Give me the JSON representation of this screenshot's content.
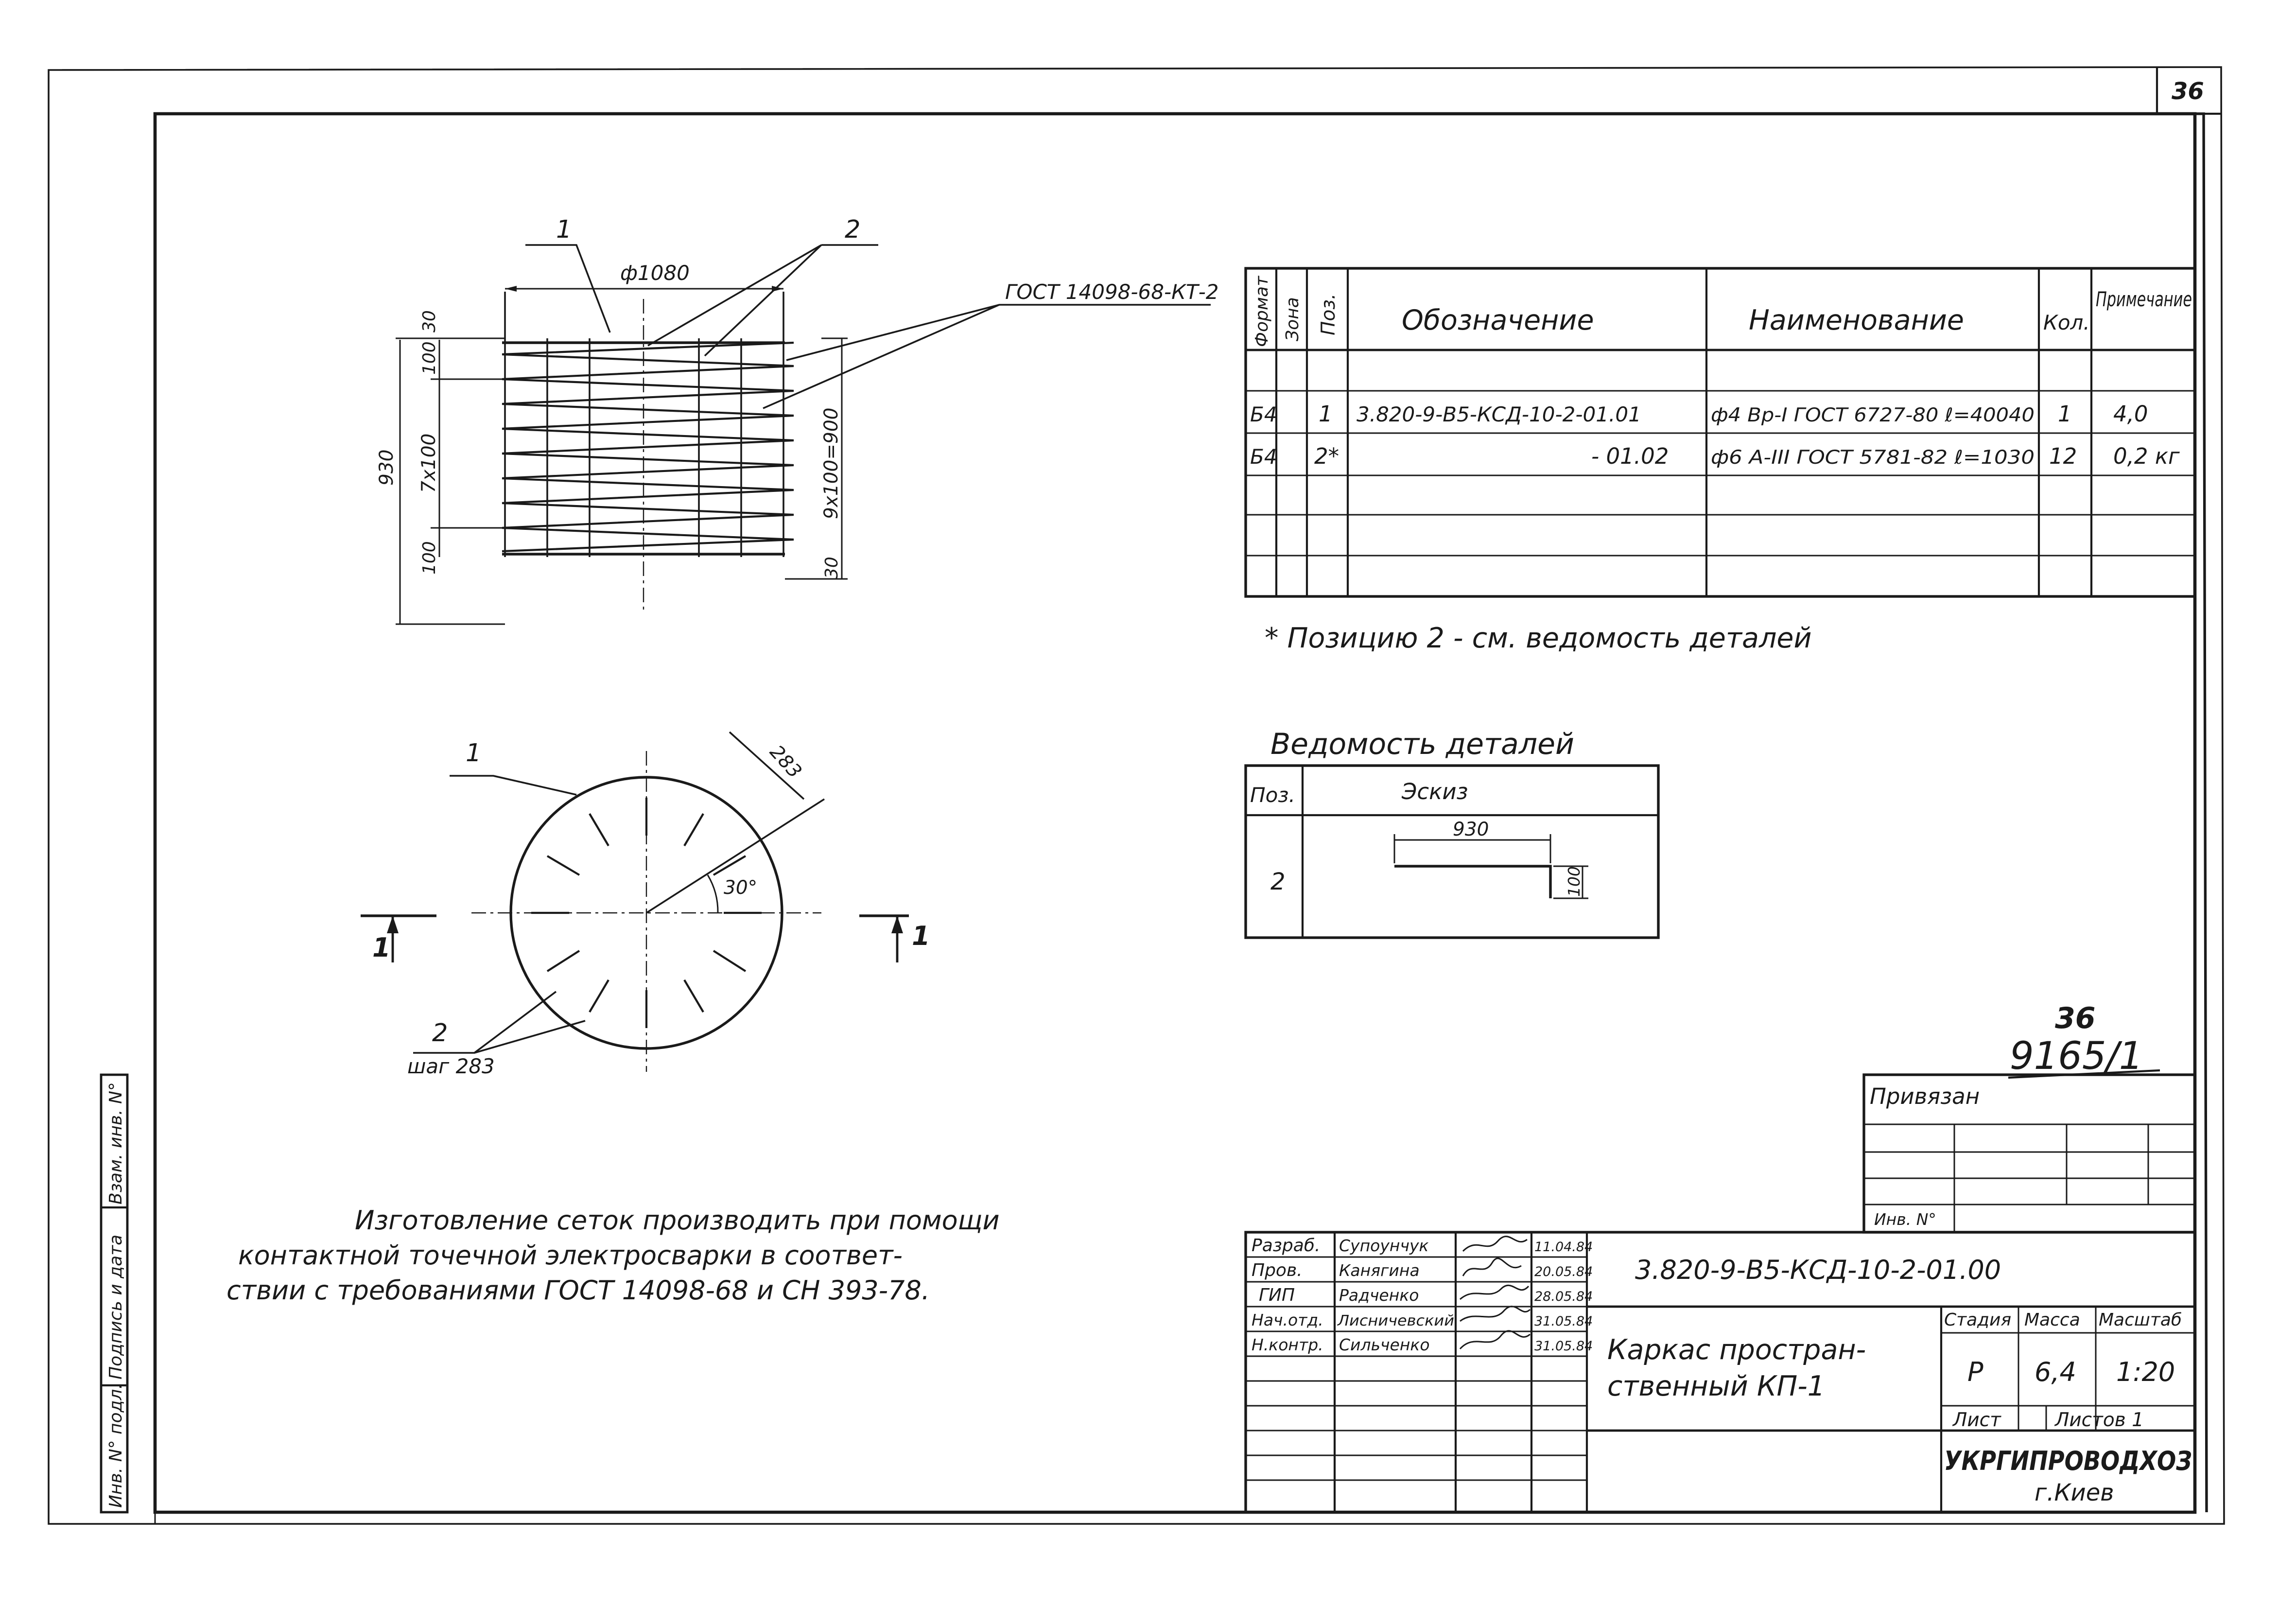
{
  "sheet_number": "36",
  "drawing": {
    "pos_1": "1",
    "pos_2": "2",
    "dim_diameter": "ф1080",
    "gost_callout": "ГОСТ 14098-68-КТ-2",
    "dim_30_top": "30",
    "dim_100_top": "100",
    "dim_930": "930",
    "dim_7x100": "7х100",
    "dim_100_bottom": "100",
    "dim_9x100": "9х100=900",
    "dim_30_bottom": "30",
    "plan_pos_1": "1",
    "plan_pos_2": "2",
    "plan_dim_283": "283",
    "plan_angle": "30°",
    "plan_step": "шаг 283",
    "section_left": "1",
    "section_right": "1"
  },
  "spec_table": {
    "headers": {
      "format": "Формат",
      "zone": "Зона",
      "pos": "Поз.",
      "designation": "Обозначение",
      "name": "Наименование",
      "qty": "Кол.",
      "note": "Примечание"
    },
    "rows": [
      {
        "format": "Б4",
        "pos": "1",
        "designation": "3.820-9-В5-КСД-10-2-01.01",
        "name": "ф4 Вр-I ГОСТ 6727-80 ℓ=40040",
        "qty": "1",
        "note": "4,0"
      },
      {
        "format": "Б4",
        "pos": "2*",
        "designation": "- 01.02",
        "name": "ф6 А-III ГОСТ 5781-82 ℓ=1030",
        "qty": "12",
        "note": "0,2 кг"
      }
    ],
    "footnote": "* Позицию 2 - см. ведомость деталей"
  },
  "details": {
    "title": "Ведомость деталей",
    "col_pos": "Поз.",
    "col_sketch": "Эскиз",
    "pos": "2",
    "dim_930": "930",
    "dim_100": "100"
  },
  "notes": {
    "line1": "Изготовление сеток производить при помощи",
    "line2": "контактной точечной электросварки в соответ-",
    "line3": "ствии с требованиями ГОСТ 14098-68 и СН 393-78."
  },
  "stamp_numbers": {
    "top": "36",
    "bottom": "9165/1"
  },
  "binding_block": {
    "title": "Привязан",
    "inv": "Инв. N°"
  },
  "side_strip": {
    "inv_podl": "Инв. N° подл.",
    "podpis": "Подпись и дата",
    "vzam": "Взам. инв. N°"
  },
  "title_block": {
    "staff": [
      {
        "role": "Разраб.",
        "name": "Супоунчук",
        "date": "11.04.84"
      },
      {
        "role": "Пров.",
        "name": "Канягина",
        "date": "20.05.84"
      },
      {
        "role": "ГИП",
        "name": "Радченко",
        "date": "28.05.84"
      },
      {
        "role": "Нач.отд.",
        "name": "Лисничевский",
        "date": "31.05.84"
      },
      {
        "role": "Н.контр.",
        "name": "Сильченко",
        "date": "31.05.84"
      }
    ],
    "code": "3.820-9-В5-КСД-10-2-01.00",
    "name_line1": "Каркас простран-",
    "name_line2": "ственный КП-1",
    "stage_label": "Стадия",
    "mass_label": "Масса",
    "scale_label": "Масштаб",
    "stage": "Р",
    "mass": "6,4",
    "scale": "1:20",
    "sheet_label": "Лист",
    "sheets_label": "Листов 1",
    "org": "УКРГИПРОВОДХОЗ",
    "city": "г.Киев"
  }
}
